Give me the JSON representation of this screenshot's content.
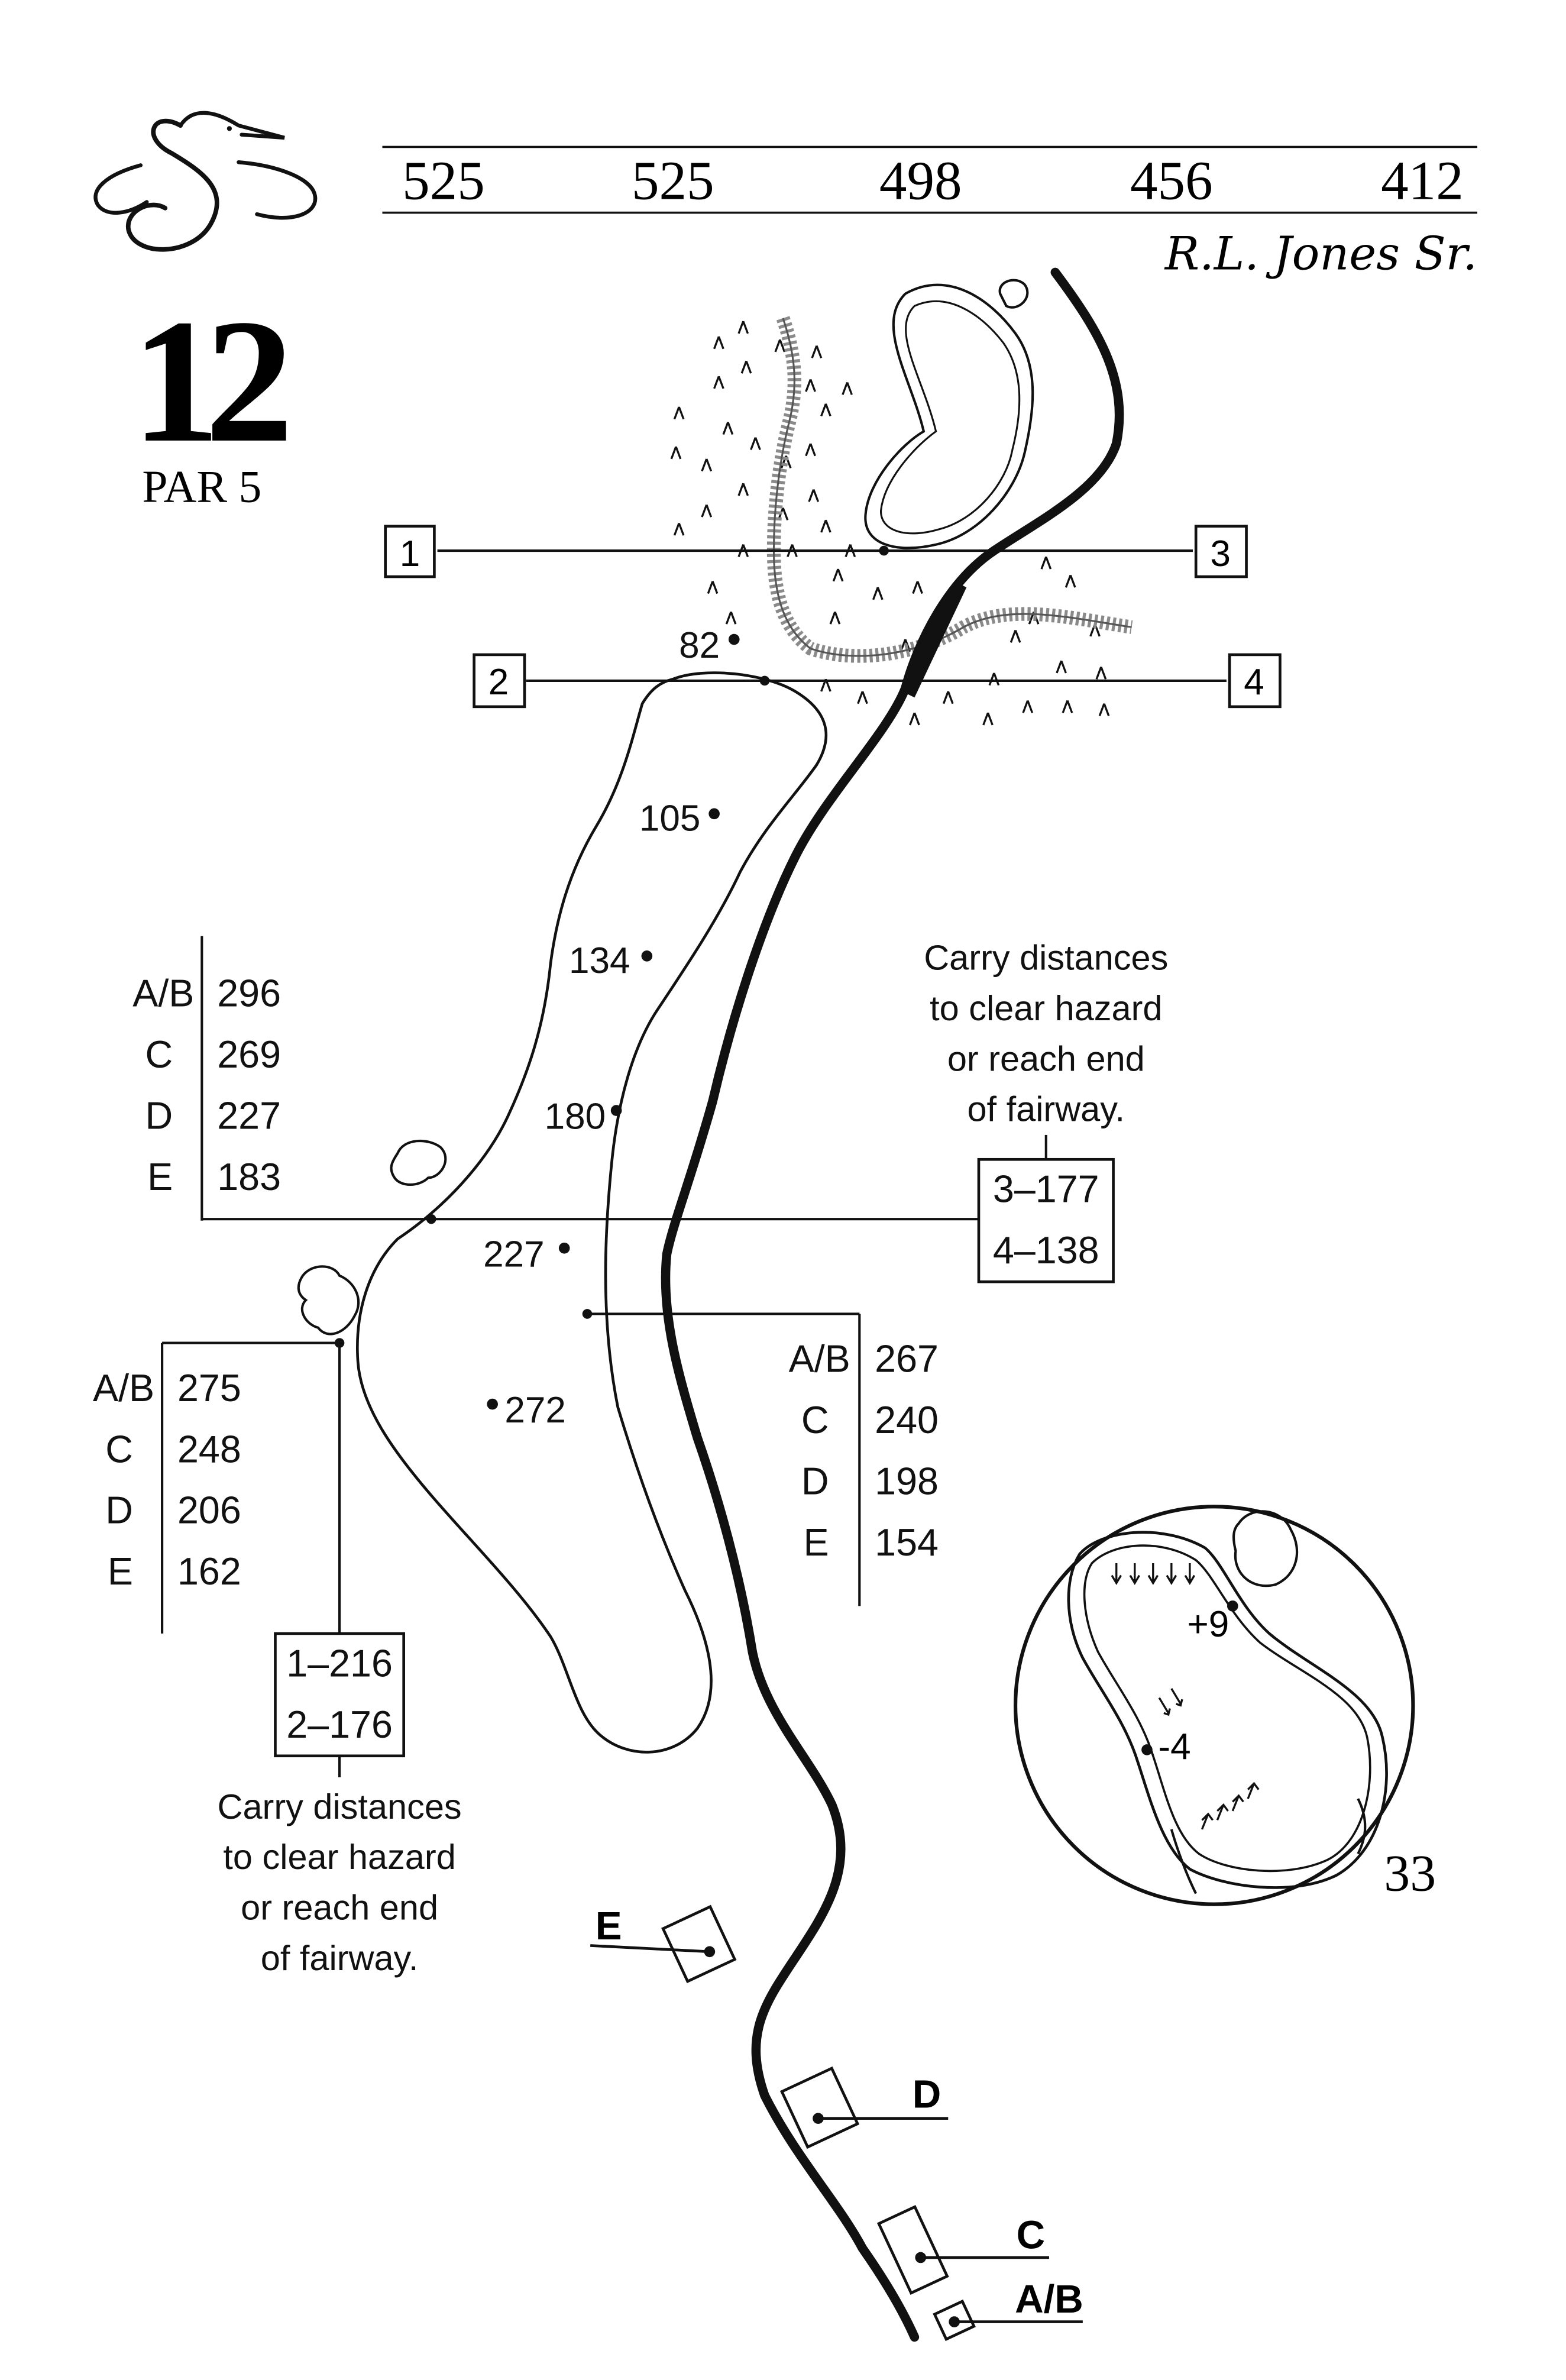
{
  "hole": {
    "number": "12",
    "par_label": "PAR 5",
    "designer_signature": "R.L. Jones Sr.",
    "page_number": "33",
    "colors": {
      "ink": "#111111",
      "paper": "#ffffff",
      "hazard_gray": "#8a8a8a"
    }
  },
  "yardages": [
    "525",
    "525",
    "498",
    "456",
    "412"
  ],
  "markers": {
    "m1": "1",
    "m2": "2",
    "m3": "3",
    "m4": "4"
  },
  "distance_points": {
    "d82": "82",
    "d105": "105",
    "d134": "134",
    "d180": "180",
    "d227": "227",
    "d272": "272"
  },
  "carry_tables": {
    "upper_left": {
      "labels": [
        "A/B",
        "C",
        "D",
        "E"
      ],
      "values": [
        "296",
        "269",
        "227",
        "183"
      ]
    },
    "lower_left": {
      "labels": [
        "A/B",
        "C",
        "D",
        "E"
      ],
      "values": [
        "275",
        "248",
        "206",
        "162"
      ]
    },
    "right": {
      "labels": [
        "A/B",
        "C",
        "D",
        "E"
      ],
      "values": [
        "267",
        "240",
        "198",
        "154"
      ]
    }
  },
  "carry_boxes": {
    "right_box": {
      "line1": "3–177",
      "line2": "4–138"
    },
    "left_box": {
      "line1": "1–216",
      "line2": "2–176"
    }
  },
  "carry_notes": {
    "right": [
      "Carry distances",
      "to clear hazard",
      "or reach end",
      "of fairway."
    ],
    "left": [
      "Carry distances",
      "to clear hazard",
      "or reach end",
      "of fairway."
    ]
  },
  "tees": {
    "e": "E",
    "d": "D",
    "c": "C",
    "ab": "A/B"
  },
  "green_inset": {
    "slope_upper": "+9",
    "slope_lower": "-4"
  }
}
